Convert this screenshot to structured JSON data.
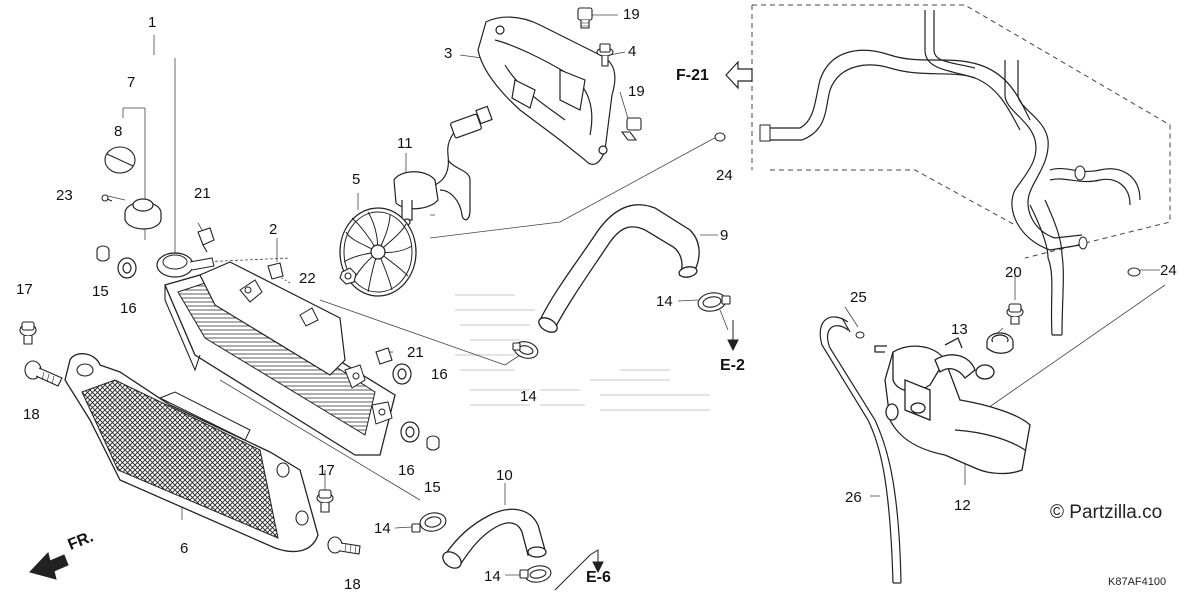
{
  "diagram": {
    "callouts": {
      "c1": "1",
      "c2": "2",
      "c3": "3",
      "c4": "4",
      "c5": "5",
      "c6": "6",
      "c7": "7",
      "c8": "8",
      "c9": "9",
      "c10": "10",
      "c11": "11",
      "c12": "12",
      "c13": "13",
      "c14a": "14",
      "c14b": "14",
      "c14c": "14",
      "c14d": "14",
      "c15a": "15",
      "c15b": "15",
      "c16a": "16",
      "c16b": "16",
      "c16c": "16",
      "c17a": "17",
      "c17b": "17",
      "c18a": "18",
      "c18b": "18",
      "c19a": "19",
      "c19b": "19",
      "c20": "20",
      "c21a": "21",
      "c21b": "21",
      "c22": "22",
      "c23": "23",
      "c24a": "24",
      "c24b": "24",
      "c25": "25",
      "c26": "26"
    },
    "references": {
      "f21": "F-21",
      "e2": "E-2",
      "e6": "E-6",
      "front": "FR."
    },
    "watermark": "© Partzilla.co",
    "diagram_code": "K87AF4100"
  }
}
